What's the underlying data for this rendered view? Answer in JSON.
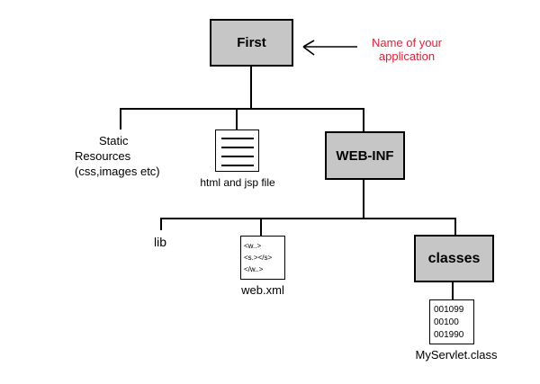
{
  "colors": {
    "box_fill": "#c6c6c6",
    "box_border": "#000000",
    "annotation_red": "#e2203a",
    "background": "#ffffff"
  },
  "nodes": {
    "first": {
      "label": "First"
    },
    "web_inf": {
      "label": "WEB-INF"
    },
    "classes": {
      "label": "classes"
    },
    "static_resources": {
      "line1": "Static",
      "line2": "Resources",
      "line3": "(css,images etc)"
    },
    "lib": {
      "label": "lib"
    },
    "html_jsp": {
      "caption": "html and jsp file"
    },
    "web_xml": {
      "caption": "web.xml",
      "content": [
        "<w..>",
        "<s.></s>",
        "</w..>"
      ]
    },
    "myservlet": {
      "caption": "MyServlet.class",
      "content": [
        "001099",
        "00100",
        "001990"
      ]
    }
  },
  "annotation": {
    "line1": "Name of your",
    "line2": "application"
  },
  "icons": {
    "document_icon": "document-icon",
    "arrow_icon": "left-arrow-icon"
  }
}
